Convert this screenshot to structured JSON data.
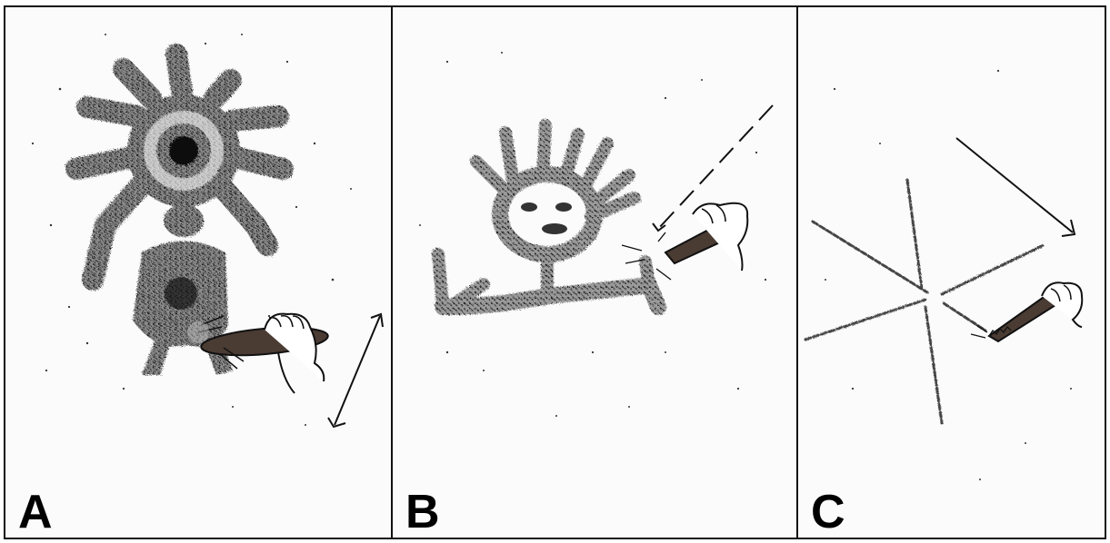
{
  "panels": [
    {
      "label": "A"
    },
    {
      "label": "B"
    },
    {
      "label": "C"
    }
  ],
  "colors": {
    "border": "#111111",
    "ink": "#1a1a1a",
    "stipple": "#333333",
    "tool": "#4a3b33",
    "background": "#fbfbfb"
  }
}
